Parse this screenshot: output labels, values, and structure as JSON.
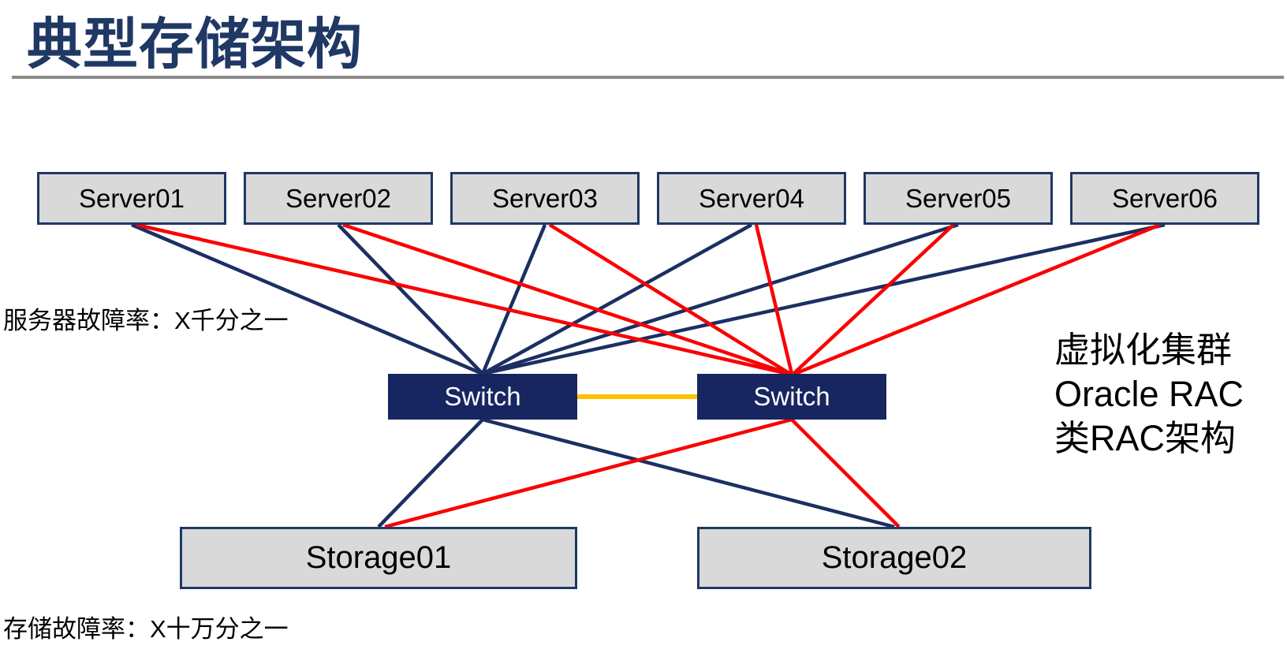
{
  "title": "典型存储架构",
  "annotations": {
    "server_failure_rate": "服务器故障率：X千分之一",
    "storage_failure_rate": "存储故障率：X十万分之一",
    "side_note_lines": [
      "虚拟化集群",
      "Oracle RAC",
      "类RAC架构"
    ]
  },
  "nodes": {
    "servers": [
      {
        "id": "server01",
        "label": "Server01"
      },
      {
        "id": "server02",
        "label": "Server02"
      },
      {
        "id": "server03",
        "label": "Server03"
      },
      {
        "id": "server04",
        "label": "Server04"
      },
      {
        "id": "server05",
        "label": "Server05"
      },
      {
        "id": "server06",
        "label": "Server06"
      }
    ],
    "switches": [
      {
        "id": "switch-a",
        "label": "Switch"
      },
      {
        "id": "switch-b",
        "label": "Switch"
      }
    ],
    "storages": [
      {
        "id": "storage01",
        "label": "Storage01"
      },
      {
        "id": "storage02",
        "label": "Storage02"
      }
    ]
  },
  "edges": [
    {
      "from": "server01",
      "to": "switch-a",
      "color": "navy_line"
    },
    {
      "from": "server02",
      "to": "switch-a",
      "color": "navy_line"
    },
    {
      "from": "server03",
      "to": "switch-a",
      "color": "navy_line"
    },
    {
      "from": "server04",
      "to": "switch-a",
      "color": "navy_line"
    },
    {
      "from": "server05",
      "to": "switch-a",
      "color": "navy_line"
    },
    {
      "from": "server06",
      "to": "switch-a",
      "color": "navy_line"
    },
    {
      "from": "switch-a",
      "to": "storage01",
      "color": "navy_line"
    },
    {
      "from": "switch-a",
      "to": "storage02",
      "color": "navy_line"
    },
    {
      "from": "server01",
      "to": "switch-b",
      "color": "red_line",
      "o1": [
        6,
        0
      ],
      "o2": [
        -4,
        0
      ]
    },
    {
      "from": "server02",
      "to": "switch-b",
      "color": "red_line",
      "o1": [
        6,
        0
      ],
      "o2": [
        -3,
        0
      ]
    },
    {
      "from": "server03",
      "to": "switch-b",
      "color": "red_line",
      "o1": [
        6,
        0
      ],
      "o2": [
        -2,
        0
      ]
    },
    {
      "from": "server04",
      "to": "switch-b",
      "color": "red_line",
      "o1": [
        6,
        0
      ]
    },
    {
      "from": "server05",
      "to": "switch-b",
      "color": "red_line",
      "o1": [
        -6,
        0
      ],
      "o2": [
        2,
        0
      ]
    },
    {
      "from": "server06",
      "to": "switch-b",
      "color": "red_line",
      "o1": [
        -6,
        0
      ],
      "o2": [
        4,
        0
      ]
    },
    {
      "from": "switch-b",
      "to": "storage01",
      "color": "red_line",
      "o2": [
        8,
        0
      ]
    },
    {
      "from": "switch-b",
      "to": "storage02",
      "color": "red_line",
      "o2": [
        6,
        0
      ]
    },
    {
      "from": "switch-a",
      "to": "switch-b",
      "color": "interlink",
      "anchor": "side",
      "width": 6
    }
  ],
  "colors": {
    "title_color": "#1F3864",
    "rule_color": "#8a8a8a",
    "box_fill": "#D9D9D9",
    "box_border": "#1F3864",
    "switch_fill": "#172660",
    "navy_line": "#1C2F63",
    "red_line": "#FA0000",
    "interlink": "#FFC000"
  }
}
